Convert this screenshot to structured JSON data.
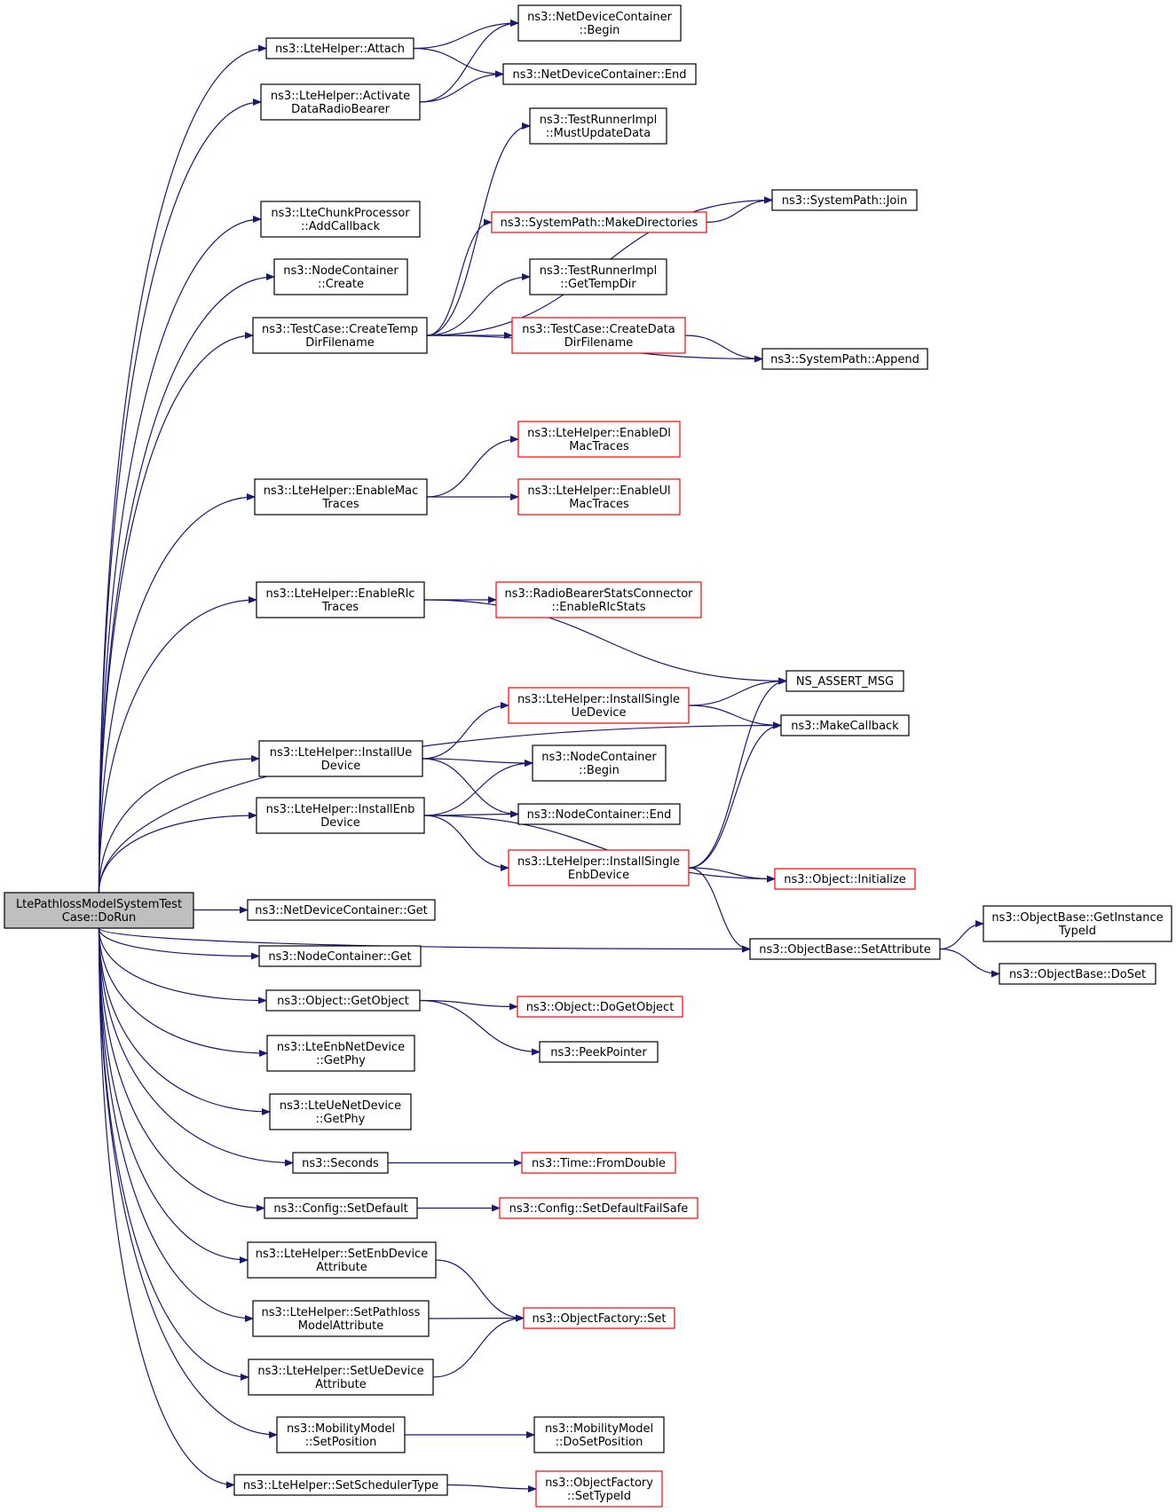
{
  "colors": {
    "edge": "#191970",
    "normal_border": "#000000",
    "truncated_border": "#ff0000",
    "root_fill": "#bfbfbf",
    "node_fill": "#ffffff"
  },
  "nodes": [
    {
      "id": "root",
      "lines": [
        "LtePathlossModelSystemTest",
        "Case::DoRun"
      ],
      "kind": "root"
    },
    {
      "id": "attach",
      "lines": [
        "ns3::LteHelper::Attach"
      ],
      "kind": "normal"
    },
    {
      "id": "ndc_begin",
      "lines": [
        "ns3::NetDeviceContainer",
        "::Begin"
      ],
      "kind": "normal"
    },
    {
      "id": "ndc_end",
      "lines": [
        "ns3::NetDeviceContainer::End"
      ],
      "kind": "normal"
    },
    {
      "id": "activate",
      "lines": [
        "ns3::LteHelper::Activate",
        "DataRadioBearer"
      ],
      "kind": "normal"
    },
    {
      "id": "mustupdate",
      "lines": [
        "ns3::TestRunnerImpl",
        "::MustUpdateData"
      ],
      "kind": "normal"
    },
    {
      "id": "addcallback",
      "lines": [
        "ns3::LteChunkProcessor",
        "::AddCallback"
      ],
      "kind": "normal"
    },
    {
      "id": "sp_join",
      "lines": [
        "ns3::SystemPath::Join"
      ],
      "kind": "normal"
    },
    {
      "id": "sp_makedirs",
      "lines": [
        "ns3::SystemPath::MakeDirectories"
      ],
      "kind": "truncated"
    },
    {
      "id": "nc_create",
      "lines": [
        "ns3::NodeContainer",
        "::Create"
      ],
      "kind": "normal"
    },
    {
      "id": "gettempdir",
      "lines": [
        "ns3::TestRunnerImpl",
        "::GetTempDir"
      ],
      "kind": "normal"
    },
    {
      "id": "createtemp",
      "lines": [
        "ns3::TestCase::CreateTemp",
        "DirFilename"
      ],
      "kind": "normal"
    },
    {
      "id": "createdata",
      "lines": [
        "ns3::TestCase::CreateData",
        "DirFilename"
      ],
      "kind": "truncated"
    },
    {
      "id": "sp_append",
      "lines": [
        "ns3::SystemPath::Append"
      ],
      "kind": "normal"
    },
    {
      "id": "enabledlmac",
      "lines": [
        "ns3::LteHelper::EnableDl",
        "MacTraces"
      ],
      "kind": "truncated"
    },
    {
      "id": "enablemac",
      "lines": [
        "ns3::LteHelper::EnableMac",
        "Traces"
      ],
      "kind": "normal"
    },
    {
      "id": "enableulmac",
      "lines": [
        "ns3::LteHelper::EnableUl",
        "MacTraces"
      ],
      "kind": "truncated"
    },
    {
      "id": "enablerlc",
      "lines": [
        "ns3::LteHelper::EnableRlc",
        "Traces"
      ],
      "kind": "normal"
    },
    {
      "id": "rbsc",
      "lines": [
        "ns3::RadioBearerStatsConnector",
        "::EnableRlcStats"
      ],
      "kind": "truncated"
    },
    {
      "id": "assert",
      "lines": [
        "NS_ASSERT_MSG"
      ],
      "kind": "normal"
    },
    {
      "id": "installsingleue",
      "lines": [
        "ns3::LteHelper::InstallSingle",
        "UeDevice"
      ],
      "kind": "truncated"
    },
    {
      "id": "makecallback",
      "lines": [
        "ns3::MakeCallback"
      ],
      "kind": "normal"
    },
    {
      "id": "installue",
      "lines": [
        "ns3::LteHelper::InstallUe",
        "Device"
      ],
      "kind": "normal"
    },
    {
      "id": "nc_begin",
      "lines": [
        "ns3::NodeContainer",
        "::Begin"
      ],
      "kind": "normal"
    },
    {
      "id": "installenb",
      "lines": [
        "ns3::LteHelper::InstallEnb",
        "Device"
      ],
      "kind": "normal"
    },
    {
      "id": "nc_end",
      "lines": [
        "ns3::NodeContainer::End"
      ],
      "kind": "normal"
    },
    {
      "id": "installsingleenb",
      "lines": [
        "ns3::LteHelper::InstallSingle",
        "EnbDevice"
      ],
      "kind": "truncated"
    },
    {
      "id": "obj_init",
      "lines": [
        "ns3::Object::Initialize"
      ],
      "kind": "truncated"
    },
    {
      "id": "ndc_get",
      "lines": [
        "ns3::NetDeviceContainer::Get"
      ],
      "kind": "normal"
    },
    {
      "id": "getinstancetypeid",
      "lines": [
        "ns3::ObjectBase::GetInstance",
        "TypeId"
      ],
      "kind": "normal"
    },
    {
      "id": "setattribute",
      "lines": [
        "ns3::ObjectBase::SetAttribute"
      ],
      "kind": "normal"
    },
    {
      "id": "nc_get",
      "lines": [
        "ns3::NodeContainer::Get"
      ],
      "kind": "normal"
    },
    {
      "id": "doset",
      "lines": [
        "ns3::ObjectBase::DoSet"
      ],
      "kind": "normal"
    },
    {
      "id": "getobject",
      "lines": [
        "ns3::Object::GetObject"
      ],
      "kind": "normal"
    },
    {
      "id": "dogetobject",
      "lines": [
        "ns3::Object::DoGetObject"
      ],
      "kind": "truncated"
    },
    {
      "id": "peekpointer",
      "lines": [
        "ns3::PeekPointer"
      ],
      "kind": "normal"
    },
    {
      "id": "enb_getphy",
      "lines": [
        "ns3::LteEnbNetDevice",
        "::GetPhy"
      ],
      "kind": "normal"
    },
    {
      "id": "ue_getphy",
      "lines": [
        "ns3::LteUeNetDevice",
        "::GetPhy"
      ],
      "kind": "normal"
    },
    {
      "id": "seconds",
      "lines": [
        "ns3::Seconds"
      ],
      "kind": "normal"
    },
    {
      "id": "fromdouble",
      "lines": [
        "ns3::Time::FromDouble"
      ],
      "kind": "truncated"
    },
    {
      "id": "setdefault",
      "lines": [
        "ns3::Config::SetDefault"
      ],
      "kind": "normal"
    },
    {
      "id": "setdefaultfs",
      "lines": [
        "ns3::Config::SetDefaultFailSafe"
      ],
      "kind": "truncated"
    },
    {
      "id": "setenbattr",
      "lines": [
        "ns3::LteHelper::SetEnbDevice",
        "Attribute"
      ],
      "kind": "normal"
    },
    {
      "id": "setpathloss",
      "lines": [
        "ns3::LteHelper::SetPathloss",
        "ModelAttribute"
      ],
      "kind": "normal"
    },
    {
      "id": "of_set",
      "lines": [
        "ns3::ObjectFactory::Set"
      ],
      "kind": "truncated"
    },
    {
      "id": "setueattr",
      "lines": [
        "ns3::LteHelper::SetUeDevice",
        "Attribute"
      ],
      "kind": "normal"
    },
    {
      "id": "mm_setpos",
      "lines": [
        "ns3::MobilityModel",
        "::SetPosition"
      ],
      "kind": "normal"
    },
    {
      "id": "mm_dosetpos",
      "lines": [
        "ns3::MobilityModel",
        "::DoSetPosition"
      ],
      "kind": "normal"
    },
    {
      "id": "setscheduler",
      "lines": [
        "ns3::LteHelper::SetSchedulerType"
      ],
      "kind": "normal"
    },
    {
      "id": "of_settypeid",
      "lines": [
        "ns3::ObjectFactory",
        "::SetTypeId"
      ],
      "kind": "truncated"
    }
  ],
  "edges": [
    [
      "root",
      "attach"
    ],
    [
      "root",
      "activate"
    ],
    [
      "root",
      "addcallback"
    ],
    [
      "root",
      "nc_create"
    ],
    [
      "root",
      "createtemp"
    ],
    [
      "root",
      "enablemac"
    ],
    [
      "root",
      "enablerlc"
    ],
    [
      "root",
      "makecallback"
    ],
    [
      "root",
      "installue"
    ],
    [
      "root",
      "installenb"
    ],
    [
      "root",
      "ndc_get"
    ],
    [
      "root",
      "setattribute"
    ],
    [
      "root",
      "nc_get"
    ],
    [
      "root",
      "getobject"
    ],
    [
      "root",
      "enb_getphy"
    ],
    [
      "root",
      "ue_getphy"
    ],
    [
      "root",
      "seconds"
    ],
    [
      "root",
      "setdefault"
    ],
    [
      "root",
      "setenbattr"
    ],
    [
      "root",
      "setpathloss"
    ],
    [
      "root",
      "setueattr"
    ],
    [
      "root",
      "mm_setpos"
    ],
    [
      "root",
      "setscheduler"
    ],
    [
      "attach",
      "ndc_begin"
    ],
    [
      "attach",
      "ndc_end"
    ],
    [
      "activate",
      "ndc_begin"
    ],
    [
      "activate",
      "ndc_end"
    ],
    [
      "createtemp",
      "mustupdate"
    ],
    [
      "createtemp",
      "sp_join"
    ],
    [
      "createtemp",
      "sp_makedirs"
    ],
    [
      "createtemp",
      "gettempdir"
    ],
    [
      "createtemp",
      "createdata"
    ],
    [
      "createtemp",
      "sp_append"
    ],
    [
      "sp_makedirs",
      "sp_join"
    ],
    [
      "createdata",
      "sp_append"
    ],
    [
      "enablemac",
      "enabledlmac"
    ],
    [
      "enablemac",
      "enableulmac"
    ],
    [
      "enablerlc",
      "assert"
    ],
    [
      "enablerlc",
      "rbsc"
    ],
    [
      "installue",
      "installsingleue"
    ],
    [
      "installue",
      "nc_begin"
    ],
    [
      "installue",
      "nc_end"
    ],
    [
      "installsingleue",
      "assert"
    ],
    [
      "installsingleue",
      "makecallback"
    ],
    [
      "installenb",
      "nc_begin"
    ],
    [
      "installenb",
      "nc_end"
    ],
    [
      "installenb",
      "installsingleenb"
    ],
    [
      "installenb",
      "obj_init"
    ],
    [
      "installsingleenb",
      "assert"
    ],
    [
      "installsingleenb",
      "makecallback"
    ],
    [
      "installsingleenb",
      "obj_init"
    ],
    [
      "installsingleenb",
      "setattribute"
    ],
    [
      "setattribute",
      "getinstancetypeid"
    ],
    [
      "setattribute",
      "doset"
    ],
    [
      "getobject",
      "dogetobject"
    ],
    [
      "getobject",
      "peekpointer"
    ],
    [
      "seconds",
      "fromdouble"
    ],
    [
      "setdefault",
      "setdefaultfs"
    ],
    [
      "setenbattr",
      "of_set"
    ],
    [
      "setpathloss",
      "of_set"
    ],
    [
      "setueattr",
      "of_set"
    ],
    [
      "mm_setpos",
      "mm_dosetpos"
    ],
    [
      "setscheduler",
      "of_settypeid"
    ]
  ]
}
